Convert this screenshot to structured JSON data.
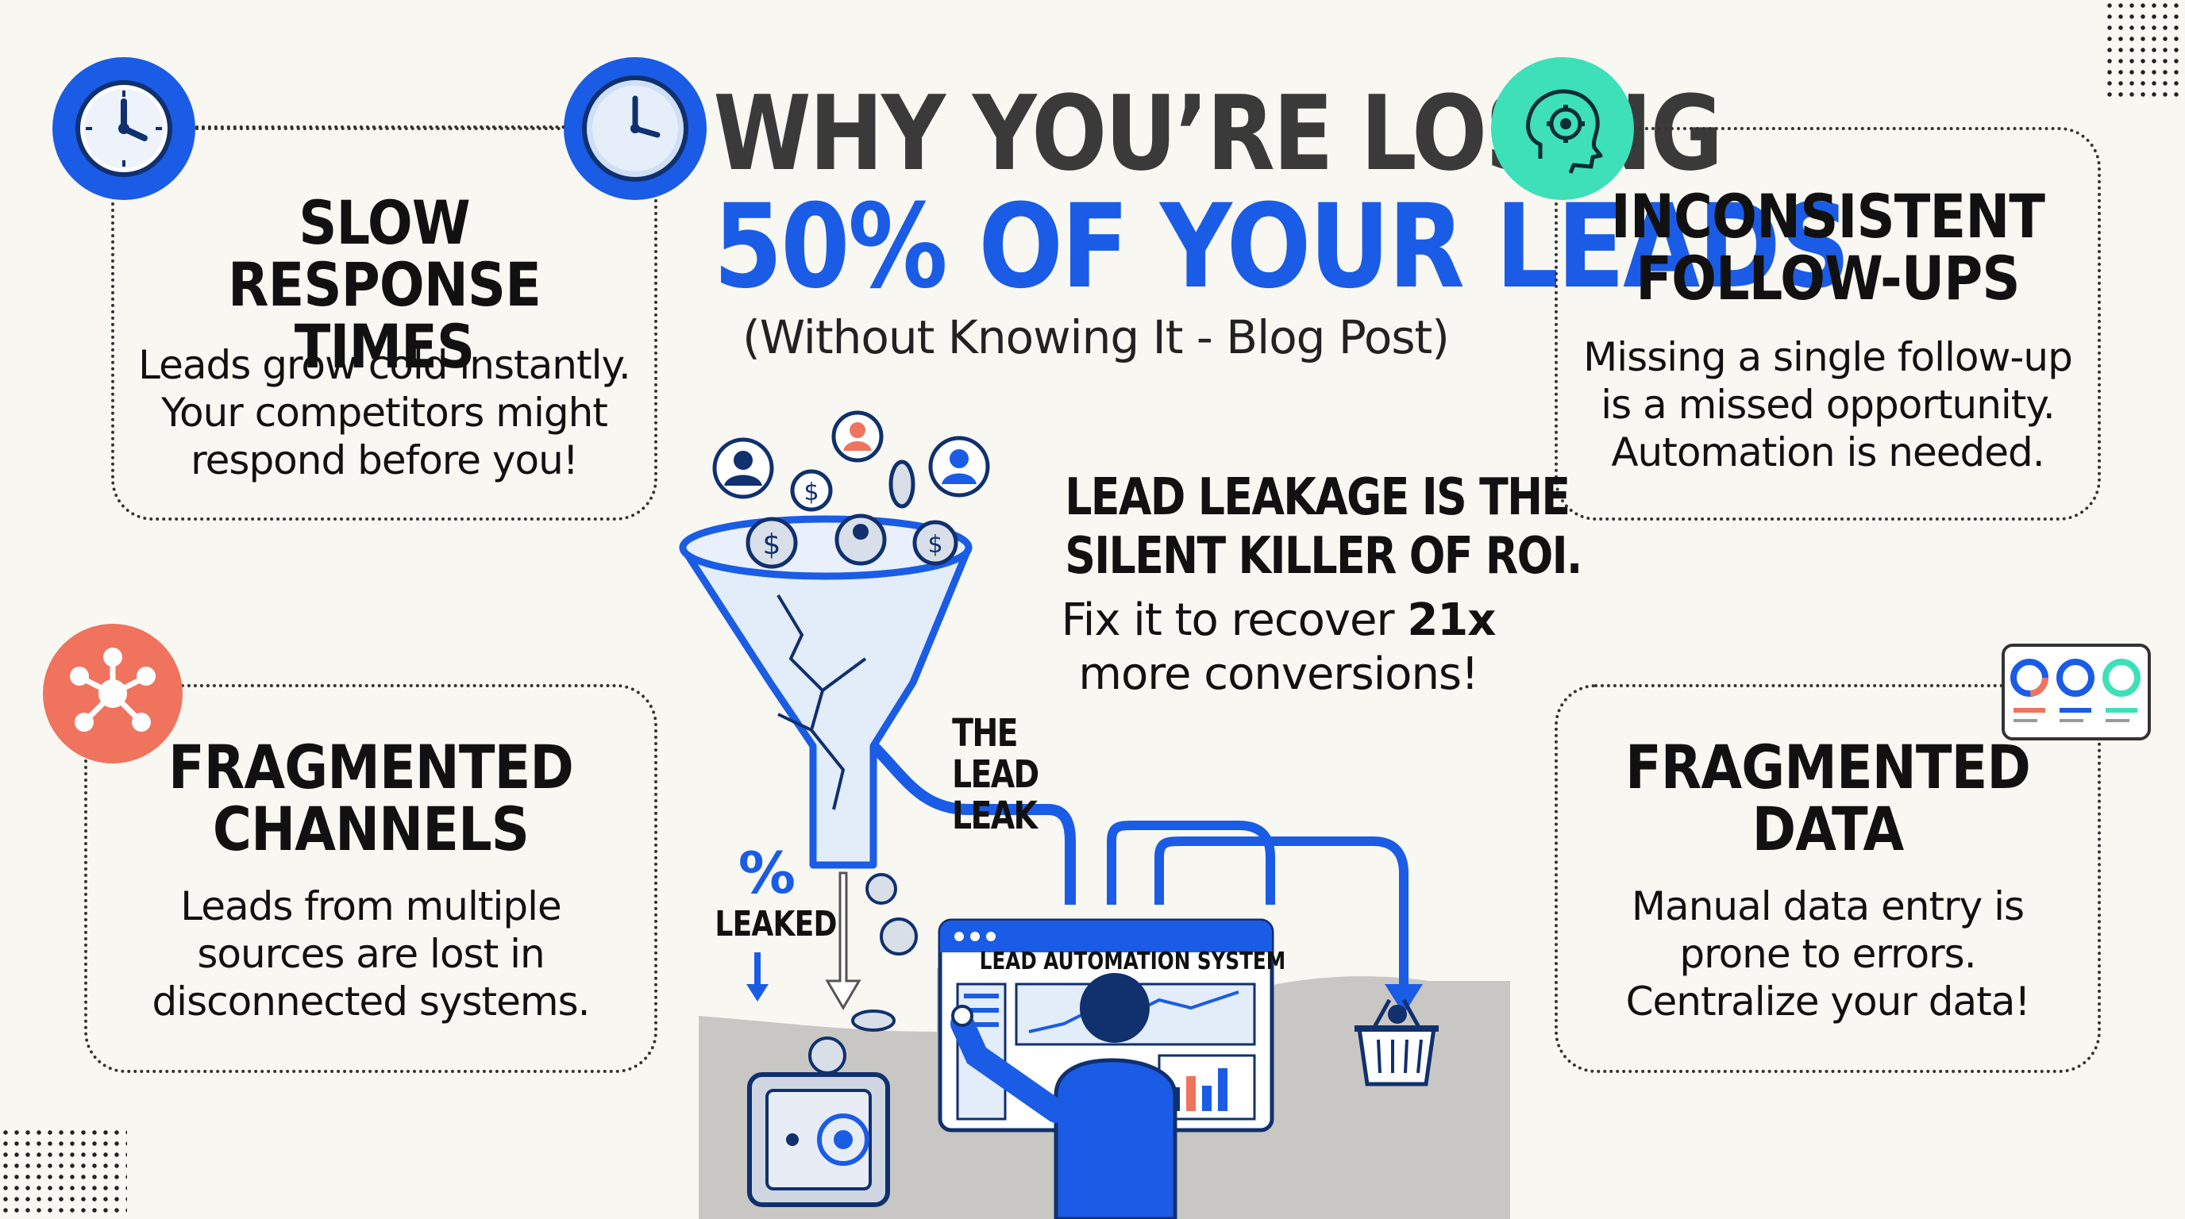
{
  "header": {
    "title_line1": "WHY YOU’RE LOSING",
    "title_line2": "50% OF YOUR LEADS",
    "subtitle": "(Without Knowing It - Blog Post)"
  },
  "cards": [
    {
      "title": [
        "SLOW RESPONSE",
        "TIMES"
      ],
      "body": [
        "Leads grow cold instantly.",
        "Your competitors might",
        "respond before you!"
      ],
      "icon": "clock-icon",
      "icon_color": "#1a5ce5"
    },
    {
      "title": [
        "INCONSISTENT",
        "FOLLOW-UPS"
      ],
      "body": [
        "Missing a single follow-up",
        "is a missed opportunity.",
        "Automation is needed."
      ],
      "icon": "head-gear-icon",
      "icon_color": "#3de0b8"
    },
    {
      "title": [
        "FRAGMENTED",
        "CHANNELS"
      ],
      "body": [
        "Leads from multiple",
        "sources are lost in",
        "disconnected systems."
      ],
      "icon": "network-icon",
      "icon_color": "#f0735e"
    },
    {
      "title": [
        "FRAGMENTED",
        "DATA"
      ],
      "body": [
        "Manual data entry is",
        "prone to errors.",
        "Centralize your data!"
      ],
      "icon": "dashboard-icon",
      "icon_color": "#1a5ce5"
    }
  ],
  "callout": {
    "headline": [
      "LEAD LEAKAGE IS THE",
      "SILENT KILLER OF ROI."
    ],
    "line1_prefix": "Fix it to recover ",
    "line1_emph": "21x",
    "line2": "more conversions!"
  },
  "illustration": {
    "leak_label": [
      "THE",
      "LEAD",
      "LEAK"
    ],
    "percent_symbol": "%",
    "leaked_label": "LEAKED",
    "system_label": "LEAD AUTOMATION SYSTEM",
    "dollar_symbol": "$"
  },
  "colors": {
    "blue": "#1a5ce5",
    "dark_text": "#3a3a3a",
    "teal": "#3de0b8",
    "coral": "#f0735e",
    "gray_ground": "#c9c7c3"
  }
}
